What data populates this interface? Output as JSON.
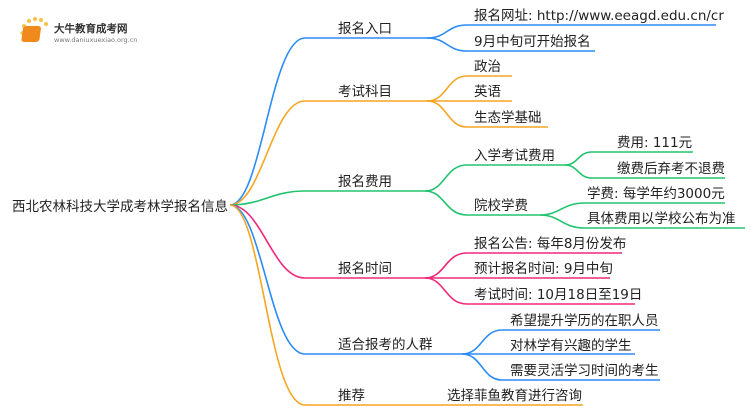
{
  "logo": {
    "title": "大牛教育成考网",
    "url": "www.daniuxuexiao.org.cn"
  },
  "root": "西北农林科技大学成考林学报名信息",
  "colors": {
    "blue": "#2b8cf5",
    "orange": "#f5a623",
    "green": "#22c36e",
    "pink": "#f0287a"
  },
  "branches": [
    {
      "label": "报名入口",
      "children": [
        "报名网址: http://www.eeagd.edu.cn/cr",
        "9月中旬可开始报名"
      ]
    },
    {
      "label": "考试科目",
      "children": [
        "政治",
        "英语",
        "生态学基础"
      ]
    },
    {
      "label": "报名费用",
      "children": [
        {
          "label": "入学考试费用",
          "children": [
            "费用: 111元",
            "缴费后弃考不退费"
          ]
        },
        {
          "label": "院校学费",
          "children": [
            "学费: 每学年约3000元",
            "具体费用以学校公布为准"
          ]
        }
      ]
    },
    {
      "label": "报名时间",
      "children": [
        "报名公告: 每年8月份发布",
        "预计报名时间: 9月中旬",
        "考试时间: 10月18日至19日"
      ]
    },
    {
      "label": "适合报考的人群",
      "children": [
        "希望提升学历的在职人员",
        "对林学有兴趣的学生",
        "需要灵活学习时间的考生"
      ]
    },
    {
      "label": "推荐",
      "children": [
        "选择菲鱼教育进行咨询"
      ]
    }
  ]
}
